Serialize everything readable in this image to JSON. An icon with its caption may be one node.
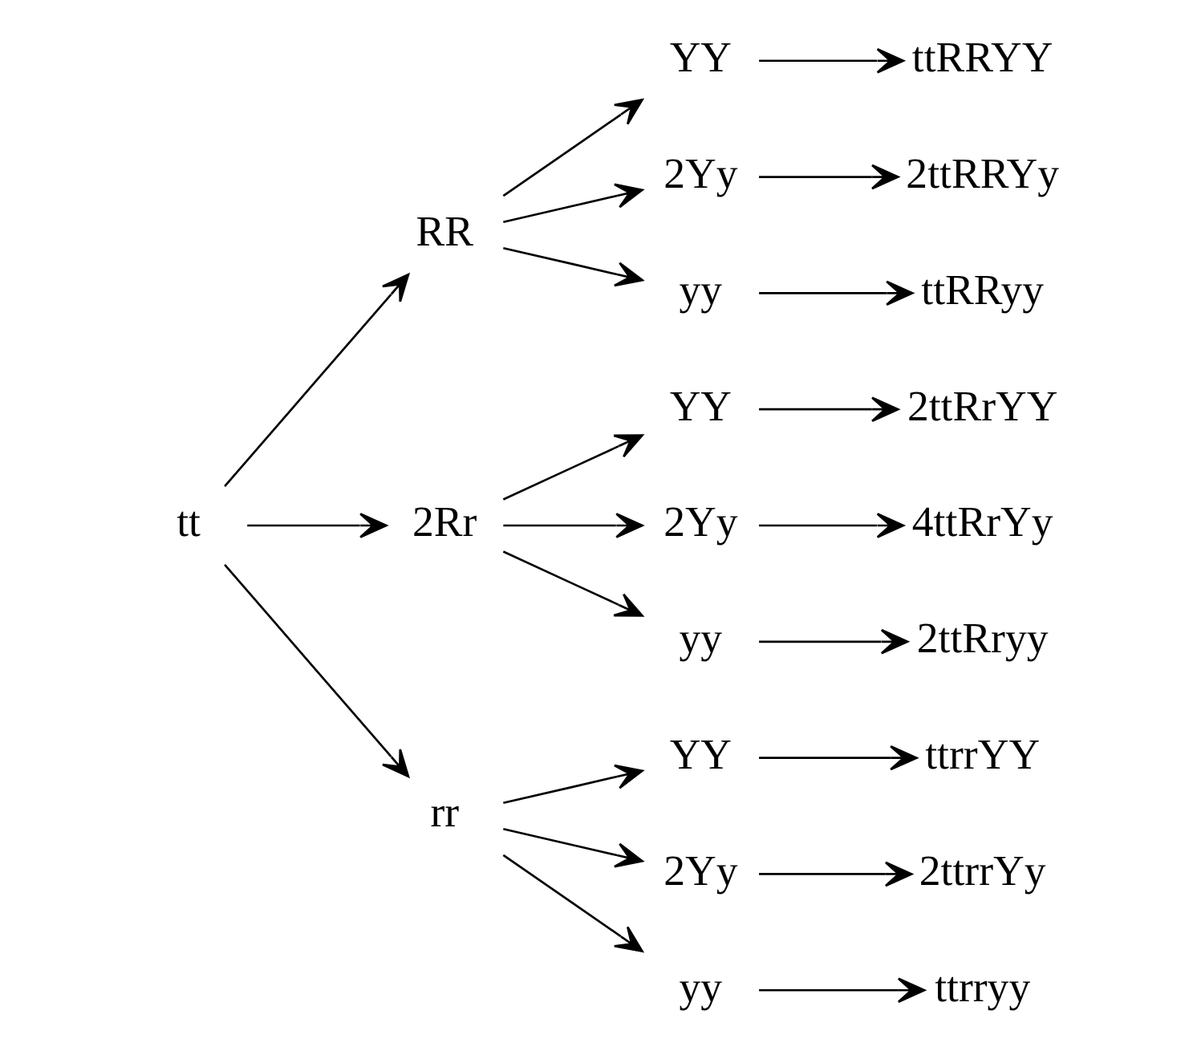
{
  "diagram": {
    "nodes": [
      {
        "text": [
          "tt"
        ]
      },
      {
        "text": [
          "RR"
        ]
      },
      {
        "text": [
          "YY"
        ]
      },
      {
        "text": [
          "ttRRYY"
        ]
      },
      {
        "text": [
          "2Yy"
        ]
      },
      {
        "text": [
          "2ttRRYy"
        ]
      },
      {
        "text": [
          "yy"
        ]
      },
      {
        "text": [
          "ttRRyy"
        ]
      },
      {
        "text": [
          "2Rr"
        ]
      },
      {
        "text": [
          "YY"
        ]
      },
      {
        "text": [
          "2ttRrYY"
        ]
      },
      {
        "text": [
          "2Yy"
        ]
      },
      {
        "text": [
          "4ttRrYy"
        ]
      },
      {
        "text": [
          "yy"
        ]
      },
      {
        "text": [
          "2ttRryy"
        ]
      },
      {
        "text": [
          "rr"
        ]
      },
      {
        "text": [
          "YY"
        ]
      },
      {
        "text": [
          "ttrrYY"
        ]
      },
      {
        "text": [
          "2Yy"
        ]
      },
      {
        "text": [
          "2ttrrYy"
        ]
      },
      {
        "text": [
          "yy"
        ]
      },
      {
        "text": [
          "ttrryy"
        ]
      }
    ],
    "edges": [
      {
        "from": 0,
        "to": 1,
        "arrow": "to"
      },
      {
        "from": 0,
        "to": 8,
        "arrow": "to"
      },
      {
        "from": 0,
        "to": 15,
        "arrow": "to"
      },
      {
        "from": 1,
        "to": 2,
        "arrow": "to"
      },
      {
        "from": 1,
        "to": 4,
        "arrow": "to"
      },
      {
        "from": 1,
        "to": 6,
        "arrow": "to"
      },
      {
        "from": 2,
        "to": 3,
        "arrow": "to"
      },
      {
        "from": 4,
        "to": 5,
        "arrow": "to"
      },
      {
        "from": 6,
        "to": 7,
        "arrow": "to"
      },
      {
        "from": 8,
        "to": 9,
        "arrow": "to"
      },
      {
        "from": 8,
        "to": 11,
        "arrow": "to"
      },
      {
        "from": 8,
        "to": 13,
        "arrow": "to"
      },
      {
        "from": 9,
        "to": 10,
        "arrow": "to"
      },
      {
        "from": 11,
        "to": 12,
        "arrow": "to"
      },
      {
        "from": 13,
        "to": 14,
        "arrow": "to"
      },
      {
        "from": 15,
        "to": 16,
        "arrow": "to"
      },
      {
        "from": 15,
        "to": 18,
        "arrow": "to"
      },
      {
        "from": 15,
        "to": 20,
        "arrow": "to"
      },
      {
        "from": 16,
        "to": 17,
        "arrow": "to"
      },
      {
        "from": 18,
        "to": 19,
        "arrow": "to"
      },
      {
        "from": 20,
        "to": 21,
        "arrow": "to"
      }
    ]
  }
}
